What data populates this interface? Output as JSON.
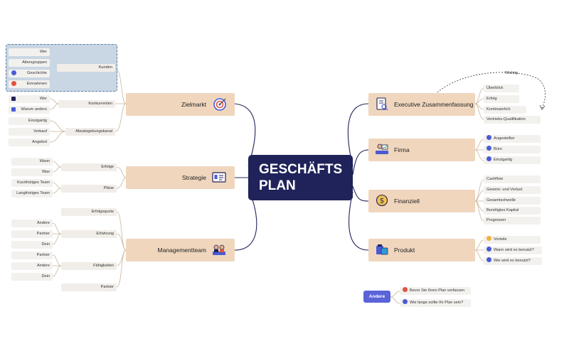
{
  "center": {
    "line1": "GESCHÄFTS",
    "line2": "PLAN"
  },
  "left_branches": {
    "zielmarkt": {
      "label": "Zielmarkt",
      "subs": [
        "Kunden",
        "Konkurrenten",
        "Absatzgebungskanal"
      ],
      "kunden_leaves": [
        "Wer",
        "Altersgruppen",
        "Geschichte",
        "Einnahmen"
      ],
      "konkurrenten_leaves": [
        "Wer",
        "Warum anders"
      ],
      "absatz_leaves": [
        "Einzigartig",
        "Verkauf",
        "Angebot"
      ]
    },
    "strategie": {
      "label": "Strategie",
      "subs": [
        "Erfolge",
        "Pläne"
      ],
      "erfolge_leaves": [
        "Wann",
        "Was"
      ],
      "plaene_leaves": [
        "Kurzfristiges Team",
        "Langfristiges Team"
      ]
    },
    "management": {
      "label": "Managementteam",
      "subs": [
        "Erfolgsquote",
        "Erfahrung",
        "Fähigkeiten",
        "Partner"
      ],
      "erfahrung_leaves": [
        "Andere",
        "Partner",
        "Dein"
      ],
      "faehigkeiten_leaves": [
        "Partner",
        "Andere",
        "Dein"
      ]
    }
  },
  "right_branches": {
    "executive": {
      "label": "Executive Zusammenfassung",
      "leaves": [
        "Überblick",
        "Erfolg",
        "Kontinuierlich",
        "Vertriebs-Qualifikation"
      ],
      "relation_label": "Wichtig"
    },
    "firma": {
      "label": "Firma",
      "leaves": [
        "Angestellter",
        "Büro",
        "Einzigartig"
      ]
    },
    "finanziell": {
      "label": "Finanziell",
      "leaves": [
        "Cashflow",
        "Gewinn- und Verlust",
        "Gesamtschwelle",
        "Benötigtes Kapital",
        "Prognosen"
      ]
    },
    "produkt": {
      "label": "Produkt",
      "leaves": [
        "Vorteile",
        "Wann wird es benutzt?",
        "Wie wird es benutzt?"
      ]
    }
  },
  "floating": {
    "button": "Andere",
    "items": [
      "Bevor Sie Ihren Plan verfassen",
      "Wie lange sollte Ihr Plan sein?"
    ]
  },
  "colors": {
    "center": "#1f2359",
    "main_node": "#efd6bd",
    "sub_node": "#f1ede8",
    "group_box": "#c9d6e3",
    "andere_button": "#5a63d8",
    "line": "#1f2359"
  },
  "icons": [
    "target-icon",
    "strategy-board-icon",
    "team-icon",
    "document-icon",
    "company-icon",
    "coin-icon",
    "product-icon"
  ]
}
